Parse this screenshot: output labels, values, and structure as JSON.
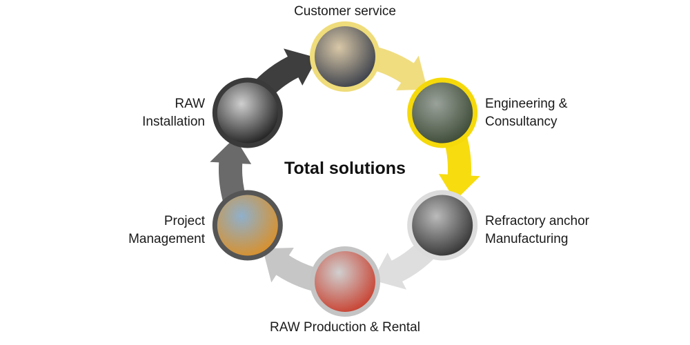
{
  "title": "Total solutions",
  "nodes": [
    {
      "id": "customer-service",
      "label": [
        "Customer service"
      ],
      "ring": "#efdc7a",
      "arrow": "#f0dd80",
      "photo": [
        "#d9c8a8",
        "#3a3f4a"
      ]
    },
    {
      "id": "engineering",
      "label": [
        "Engineering &",
        "Consultancy"
      ],
      "ring": "#f5d90a",
      "arrow": "#f7dc10",
      "photo": [
        "#9aa29a",
        "#3d4a36"
      ]
    },
    {
      "id": "refractory",
      "label": [
        "Refractory anchor",
        "Manufacturing"
      ],
      "ring": "#dcdcdc",
      "arrow": "#dedede",
      "photo": [
        "#bbbbbb",
        "#333333"
      ]
    },
    {
      "id": "production",
      "label": [
        "RAW Production & Rental"
      ],
      "ring": "#c4c4c4",
      "arrow": "#c6c6c6",
      "photo": [
        "#d0d0d0",
        "#c8402f"
      ]
    },
    {
      "id": "project",
      "label": [
        "Project",
        "Management"
      ],
      "ring": "#555555",
      "arrow": "#6a6a6a",
      "photo": [
        "#8fb0cc",
        "#d9902a"
      ]
    },
    {
      "id": "installation",
      "label": [
        "RAW",
        "Installation"
      ],
      "ring": "#3a3a3a",
      "arrow": "#3e3e3e",
      "photo": [
        "#cfcfcf",
        "#1f1f1f"
      ]
    }
  ]
}
